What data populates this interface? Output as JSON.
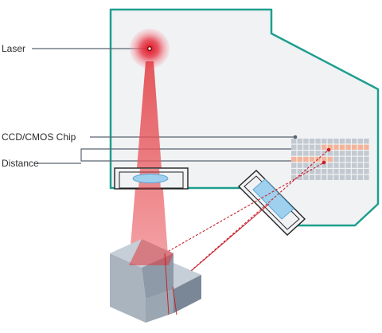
{
  "labels": {
    "laser": "Laser",
    "sensor_chip": "CCD/CMOS Chip",
    "distance": "Distance"
  },
  "colors": {
    "housing_outline": "#1f9e8f",
    "housing_fill": "#f0f2f4",
    "beam": "#e2373c",
    "laser_glow": "#e0202f",
    "lens": "#9fd0ee",
    "chip_grid": "#b9c0c8",
    "leader_line": "#5a6470",
    "object_light": "#bfc8d2",
    "object_mid": "#9aa6b2",
    "object_dark": "#7a8796"
  },
  "icons": {
    "laser_source": "laser-emitter-icon",
    "sensor": "sensor-grid-icon",
    "target": "measured-object-icon"
  }
}
